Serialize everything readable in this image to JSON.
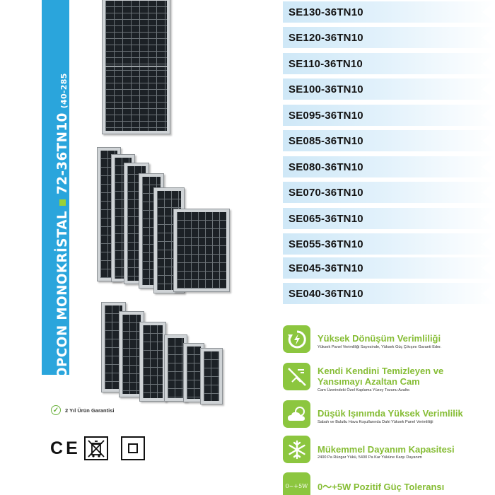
{
  "side_title": {
    "main": "TOPCON MONOKRİSTAL",
    "model": "72-36TN10",
    "range": "(40-285"
  },
  "models": [
    "SE130-36TN10",
    "SE120-36TN10",
    "SE110-36TN10",
    "SE100-36TN10",
    "SE095-36TN10",
    "SE085-36TN10",
    "SE080-36TN10",
    "SE070-36TN10",
    "SE065-36TN10",
    "SE055-36TN10",
    "SE045-36TN10",
    "SE040-36TN10"
  ],
  "warranty": "2 Yıl Ürün Garantisi",
  "certifications": [
    "CE",
    "WEEE",
    "Class II"
  ],
  "features": [
    {
      "icon": "recycle-bolt-icon",
      "title_lines": [
        "Yüksek Dönüşüm Verimliliği"
      ],
      "desc": "Yüksek Panel Verimliliği Sayesinde, Yüksek Güç Çıkışını Garanti Eder."
    },
    {
      "icon": "glass-reflection-icon",
      "title_lines": [
        "Kendi Kendini Temizleyen ve",
        "Yansımayı Azaltan Cam"
      ],
      "desc": "Cam Üzerindeki Özel Kaplama Yüzey Tozunu Azaltır."
    },
    {
      "icon": "cloud-sun-icon",
      "title_lines": [
        "Düşük Işınımda Yüksek Verimlilik"
      ],
      "desc": "Sabah ve Bulutlu Hava Koşullarında Dahi Yüksek Panel Verimliliği"
    },
    {
      "icon": "snowflake-icon",
      "title_lines": [
        "Mükemmel Dayanım Kapasitesi"
      ],
      "desc": "2400 Pa Rüzgar Yükü, 5400 Pa Kar Yüküne Karşı Dayanım"
    },
    {
      "icon": "tolerance-icon",
      "icon_text": "0~+5W",
      "title_lines": [
        "0～+5W Pozitif Güç Toleransı"
      ],
      "desc": ""
    }
  ],
  "colors": {
    "band": "#2aa5dc",
    "accent_green": "#8cc63f",
    "title_green": "#86bd35",
    "row_blue": "#cfe8f7"
  }
}
